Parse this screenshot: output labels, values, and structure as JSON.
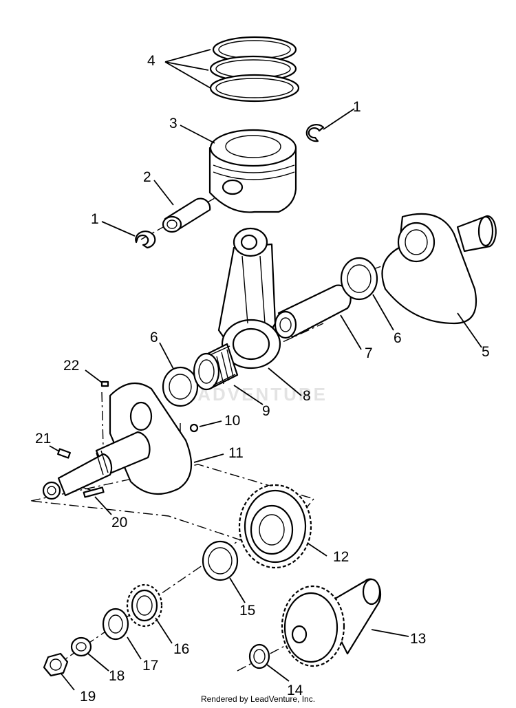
{
  "watermark": "LEADVENTURE",
  "footer": "Rendered by LeadVenture, Inc.",
  "callouts": {
    "c1a": "1",
    "c1b": "1",
    "c2": "2",
    "c3": "3",
    "c4": "4",
    "c5": "5",
    "c6a": "6",
    "c6b": "6",
    "c7": "7",
    "c8": "8",
    "c9": "9",
    "c10": "10",
    "c11": "11",
    "c12": "12",
    "c13": "13",
    "c14": "14",
    "c15": "15",
    "c16": "16",
    "c17": "17",
    "c18": "18",
    "c19": "19",
    "c20": "20",
    "c21": "21",
    "c22": "22"
  }
}
